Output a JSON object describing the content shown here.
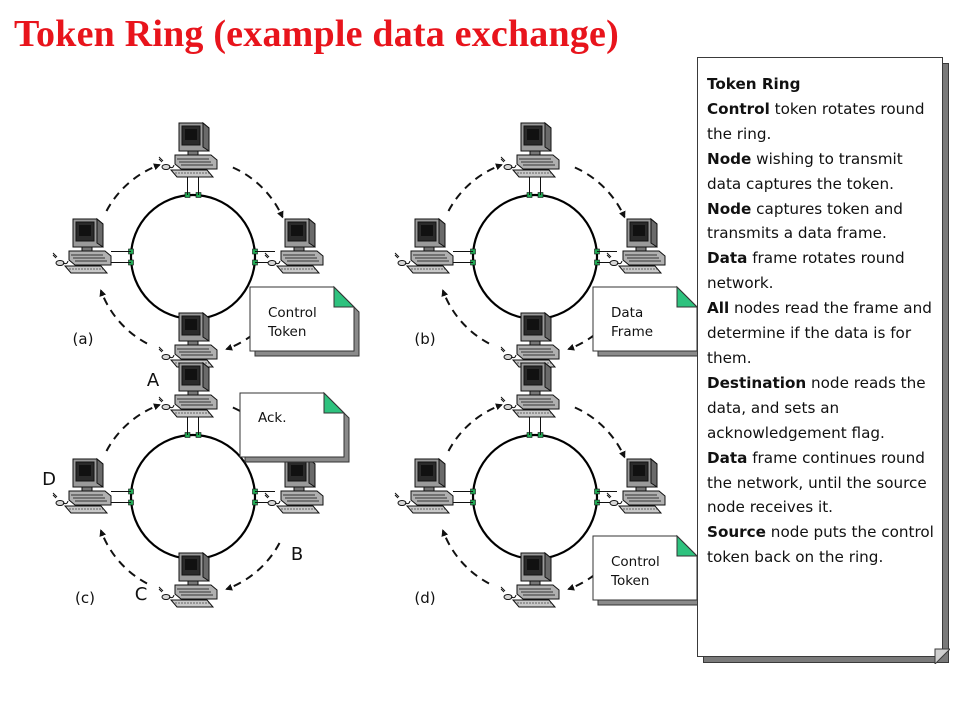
{
  "title": "Token Ring (example data exchange)",
  "panels": [
    {
      "id": "a",
      "label": "(a)",
      "note": [
        "Control",
        "Token"
      ],
      "node_labels": []
    },
    {
      "id": "b",
      "label": "(b)",
      "note": [
        "Data",
        "Frame"
      ],
      "node_labels": []
    },
    {
      "id": "c",
      "label": "(c)",
      "note": [
        "Ack."
      ],
      "node_labels": [
        "A",
        "B",
        "C",
        "D"
      ]
    },
    {
      "id": "d",
      "label": "(d)",
      "note": [
        "Control",
        "Token"
      ],
      "node_labels": []
    }
  ],
  "info": {
    "heading": "Token Ring",
    "steps": [
      {
        "bold": "Control",
        "text": " token rotates round the ring."
      },
      {
        "bold": "Node",
        "text": " wishing to transmit data captures the token."
      },
      {
        "bold": "Node",
        "text": " captures token and transmits a data frame."
      },
      {
        "bold": "Data",
        "text": " frame rotates round network."
      },
      {
        "bold": "All",
        "text": " nodes read the frame and determine if the data is for them."
      },
      {
        "bold": "Destination",
        "text": " node reads the data, and sets an acknowledgement flag."
      },
      {
        "bold": "Data",
        "text": " frame continues round the network, until the source node receives it."
      },
      {
        "bold": "Source",
        "text": " node puts the control token back on the ring."
      }
    ]
  },
  "colors": {
    "title": "#e8141c",
    "connector": "#22aa55",
    "note_fold": "#2ec27e",
    "ring": "#000000"
  }
}
